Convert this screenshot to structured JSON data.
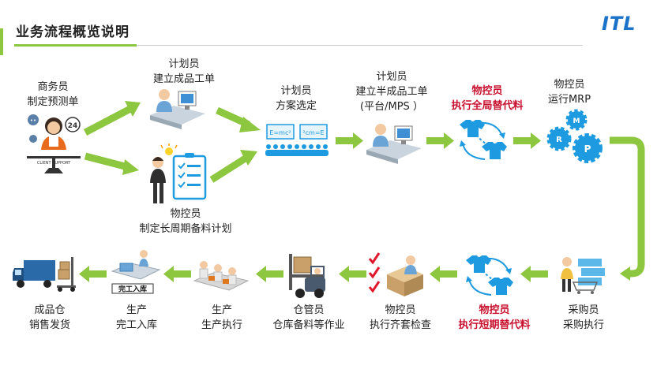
{
  "header": {
    "title": "业务流程概览说明",
    "logo": "ITL"
  },
  "nodes": {
    "sales": {
      "line1": "商务员",
      "line2": "制定预测单",
      "icon": "client-support-icon",
      "badge": "24",
      "caption": "CLIENT SUPPORT"
    },
    "planner_fg": {
      "line1": "计划员",
      "line2": "建立成品工单",
      "icon": "planner-at-desk-icon"
    },
    "material_long": {
      "line1": "物控员",
      "line2": "制定长周期备料计划",
      "icon": "checklist-icon"
    },
    "planner_select": {
      "line1": "计划员",
      "line2": "方案选定",
      "icon": "presentation-icon",
      "board1": "E=mc²",
      "board2": "²cm=E"
    },
    "planner_semi": {
      "line1": "计划员",
      "line2": "建立半成品工单",
      "line3": "(平台/MPS ）",
      "icon": "planner-at-desk-icon"
    },
    "material_global": {
      "line1": "物控员",
      "line2": "执行全局替代料",
      "icon": "substitute-shirts-icon"
    },
    "material_mrp": {
      "line1": "物控员",
      "line2": "运行MRP",
      "icon": "gears-icon",
      "gear_labels": [
        "M",
        "R",
        "P"
      ]
    },
    "purchaser": {
      "line1": "采购员",
      "line2": "采购执行",
      "icon": "purchasing-icon"
    },
    "material_short": {
      "line1": "物控员",
      "line2": "执行短期替代料",
      "icon": "substitute-shirts-icon"
    },
    "material_kit": {
      "line1": "物控员",
      "line2": "执行齐套检查",
      "icon": "kit-check-icon"
    },
    "warehouse": {
      "line1": "仓管员",
      "line2": "仓库备料等作业",
      "icon": "forklift-icon"
    },
    "production_exec": {
      "line1": "生产",
      "line2": "生产执行",
      "icon": "production-line-icon"
    },
    "production_done": {
      "line1": "生产",
      "line2": "完工入库",
      "icon": "completion-storage-icon",
      "sign": "完工入库"
    },
    "fg_warehouse": {
      "line1": "成品仓",
      "line2": "销售发货",
      "icon": "delivery-truck-icon"
    }
  },
  "colors": {
    "arrow": "#8dc63f",
    "accent_blue": "#1e9be0",
    "highlight_red": "#c8102e"
  }
}
